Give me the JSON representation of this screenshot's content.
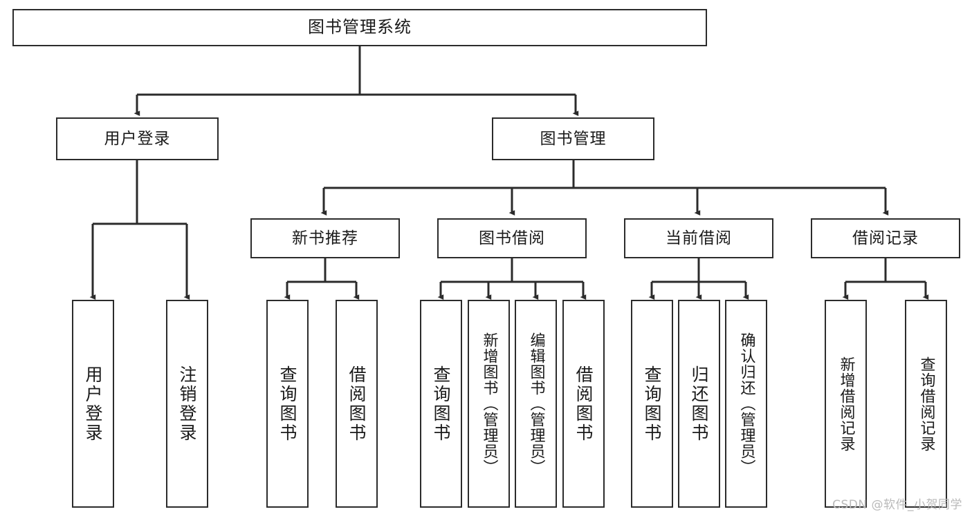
{
  "diagram": {
    "title": "图书管理系统",
    "watermark": "CSDN @软件_小贺同学",
    "edge_color": "#2b2b2b",
    "box_border_color": "#2b2b2b",
    "box_fill_color": "#ffffff",
    "background_color": "#ffffff"
  },
  "nodes": {
    "root": {
      "label": "图书管理系统"
    },
    "level2": [
      {
        "label": "用户登录"
      },
      {
        "label": "图书管理"
      }
    ],
    "level3": [
      {
        "label": "新书推荐"
      },
      {
        "label": "图书借阅"
      },
      {
        "label": "当前借阅"
      },
      {
        "label": "借阅记录"
      }
    ],
    "leaves": {
      "user_login": [
        {
          "label": "用户登录"
        },
        {
          "label": "注销登录"
        }
      ],
      "new_book": [
        {
          "label": "查询图书"
        },
        {
          "label": "借阅图书"
        }
      ],
      "book_borrow": [
        {
          "label": "查询图书"
        },
        {
          "label": "新增图书（管理员）"
        },
        {
          "label": "编辑图书（管理员）"
        },
        {
          "label": "借阅图书"
        }
      ],
      "current_borrow": [
        {
          "label": "查询图书"
        },
        {
          "label": "归还图书"
        },
        {
          "label": "确认归还（管理员）"
        }
      ],
      "borrow_record": [
        {
          "label": "新增借阅记录"
        },
        {
          "label": "查询借阅记录"
        }
      ]
    }
  }
}
